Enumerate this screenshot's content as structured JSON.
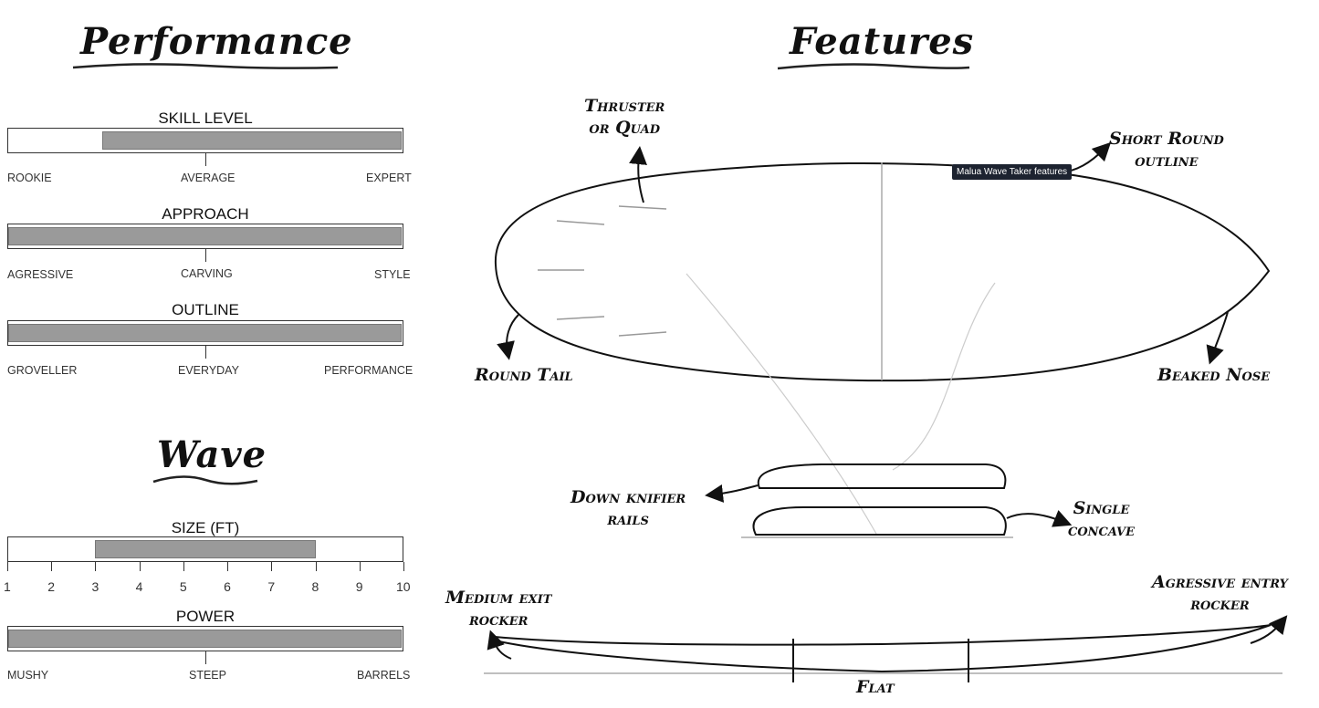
{
  "performance": {
    "heading": "Performance",
    "bars": [
      {
        "title": "SKILL LEVEL",
        "labels": [
          "ROOKIE",
          "AVERAGE",
          "EXPERT"
        ],
        "fill_start": 0.24,
        "fill_end": 1.0
      },
      {
        "title": "APPROACH",
        "labels": [
          "AGRESSIVE",
          "CARVING",
          "STYLE"
        ],
        "fill_start": 0.0,
        "fill_end": 1.0
      },
      {
        "title": "OUTLINE",
        "labels": [
          "GROVELLER",
          "EVERYDAY",
          "PERFORMANCE"
        ],
        "fill_start": 0.0,
        "fill_end": 1.0
      }
    ]
  },
  "wave": {
    "heading": "Wave",
    "size": {
      "title": "SIZE (FT)",
      "ticks": [
        "1",
        "2",
        "3",
        "4",
        "5",
        "6",
        "7",
        "8",
        "9",
        "10"
      ],
      "range": [
        3,
        8
      ]
    },
    "power": {
      "title": "POWER",
      "labels": [
        "MUSHY",
        "STEEP",
        "BARRELS"
      ],
      "fill_start": 0.0,
      "fill_end": 1.0
    }
  },
  "features": {
    "heading": "Features",
    "tooltip": "Malua Wave Taker features",
    "callouts": {
      "fins": [
        "Thruster",
        "or Quad"
      ],
      "outline": [
        "Short Round",
        "outline"
      ],
      "tail": [
        "Round Tail"
      ],
      "nose": [
        "Beaked Nose"
      ],
      "rails": [
        "Down knifier",
        "rails"
      ],
      "concave": [
        "Single",
        "concave"
      ],
      "exit_rocker": [
        "Medium exit",
        "rocker"
      ],
      "entry_rocker": [
        "Agressive entry",
        "rocker"
      ],
      "flat": [
        "Flat"
      ]
    }
  }
}
